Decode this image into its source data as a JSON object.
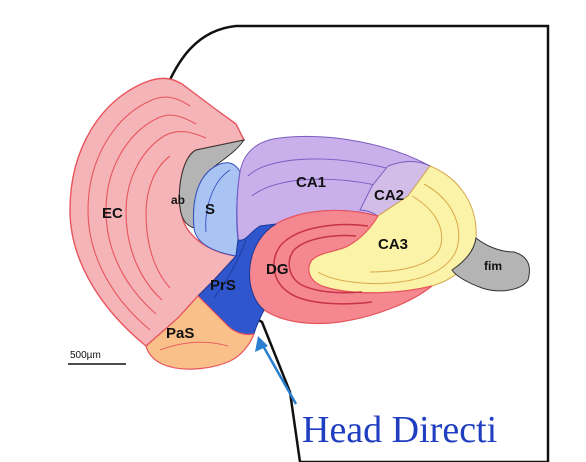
{
  "regions": {
    "ec": {
      "label": "EC",
      "color": "#f5b5b8"
    },
    "ab": {
      "label": "ab",
      "color": "#b4b4b4"
    },
    "s": {
      "label": "S",
      "color": "#a9c4f3"
    },
    "ca1": {
      "label": "CA1",
      "color": "#c9b0ea"
    },
    "ca2": {
      "label": "CA2",
      "color": "#d2bde8"
    },
    "ca3": {
      "label": "CA3",
      "color": "#fbf3a8"
    },
    "prs": {
      "label": "PrS",
      "color": "#2f56cc"
    },
    "dg": {
      "label": "DG",
      "color": "#f4878f"
    },
    "fim": {
      "label": "fim",
      "color": "#b4b4b4"
    },
    "pas": {
      "label": "PaS",
      "color": "#f9c08a"
    }
  },
  "scale_bar": {
    "label": "500µm"
  },
  "annotation": {
    "text": "Head Directi",
    "color": "#1f3fc0"
  },
  "colors": {
    "outline": "#111111",
    "layer_line": "#e8545c",
    "arrow": "#2a7fd0"
  }
}
